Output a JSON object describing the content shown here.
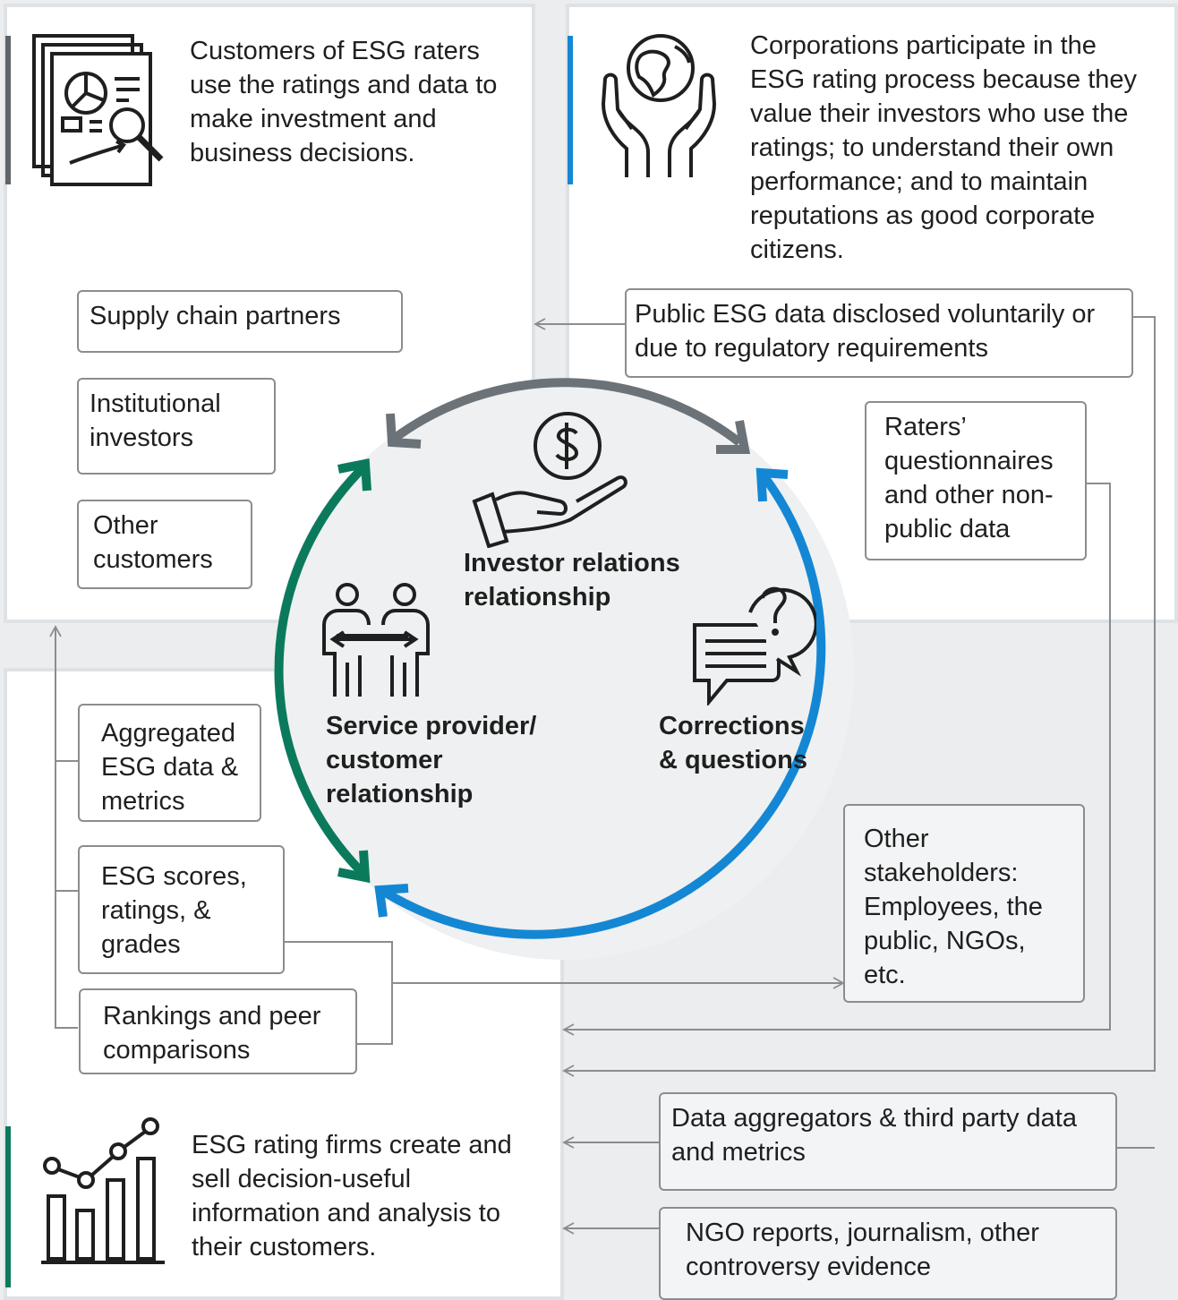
{
  "panels": {
    "customers_text": "Customers of ESG raters use the ratings and data to make investment and business decisions.",
    "corporations_text": "Corporations participate in the ESG rating process because they value their investors who use the ratings; to understand their own performance; and to maintain reputations as good corporate citizens.",
    "rating_firms_text": "ESG rating firms create and sell decision-useful information and analysis to their customers."
  },
  "customer_boxes": [
    "Supply chain partners",
    "Institutional investors",
    "Other customers"
  ],
  "product_boxes": [
    "Aggregated ESG data & metrics",
    "ESG scores, ratings, & grades",
    "Rankings and peer comparisons"
  ],
  "corporation_boxes": [
    "Public ESG data disclosed voluntarily or due to regulatory requirements",
    "Raters’ questionnaires and other non-public data"
  ],
  "other_sources": [
    "Other stakeholders: Employees, the public, NGOs, etc.",
    "Data aggregators & third party data and metrics",
    "NGO reports, journalism, other controversy evidence"
  ],
  "circle_labels": {
    "investor_relations": "Investor relations relationship",
    "service_provider": "Service provider/ customer relationship",
    "corrections": "Corrections & questions"
  },
  "colors": {
    "grey_arc": "#6b7378",
    "green_arc": "#0b7a5c",
    "blue_arc": "#1487d4",
    "circle_fill": "#eef0f1"
  },
  "icons": [
    "report-magnifier-icon",
    "globe-hands-icon",
    "dollar-hand-icon",
    "people-exchange-icon",
    "speech-question-icon",
    "growth-chart-icon"
  ]
}
